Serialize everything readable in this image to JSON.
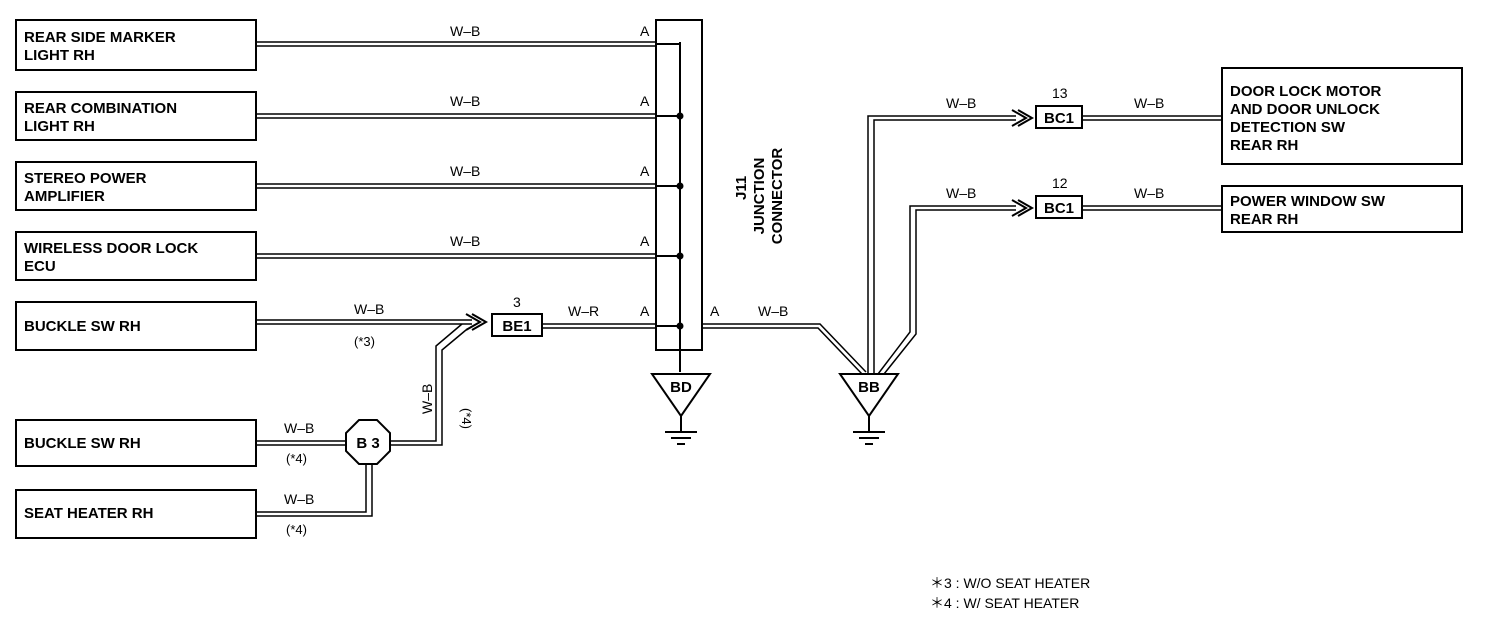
{
  "components": {
    "rear_side_marker": [
      "REAR SIDE MARKER",
      "LIGHT RH"
    ],
    "rear_combination": [
      "REAR COMBINATION",
      "LIGHT RH"
    ],
    "stereo_amp": [
      "STEREO POWER",
      "AMPLIFIER"
    ],
    "wireless_ecu": [
      "WIRELESS DOOR LOCK",
      "ECU"
    ],
    "buckle_sw_1": [
      "BUCKLE SW RH"
    ],
    "buckle_sw_2": [
      "BUCKLE SW RH"
    ],
    "seat_heater": [
      "SEAT HEATER RH"
    ],
    "door_lock_motor": [
      "DOOR LOCK MOTOR",
      "AND DOOR UNLOCK",
      "DETECTION SW",
      "REAR RH"
    ],
    "power_window_sw": [
      "POWER WINDOW SW",
      "REAR RH"
    ]
  },
  "junction": {
    "id": "J11",
    "name_lines": [
      "JUNCTION",
      "CONNECTOR"
    ],
    "pin": "A"
  },
  "wires": {
    "wb": "W–B",
    "wr": "W–R",
    "wb_alt": "W–B"
  },
  "connectors": {
    "be1": {
      "name": "BE1",
      "pin": "3"
    },
    "bc1_top": {
      "name": "BC1",
      "pin": "13"
    },
    "bc1_bottom": {
      "name": "BC1",
      "pin": "12"
    },
    "b3": {
      "name": "B 3"
    }
  },
  "grounds": {
    "bd": "BD",
    "bb": "BB"
  },
  "notes": {
    "n3": "(*3)",
    "n4": "(*4)"
  },
  "legend": [
    "＊3 : W/O SEAT HEATER",
    "＊4 : W/ SEAT HEATER"
  ]
}
